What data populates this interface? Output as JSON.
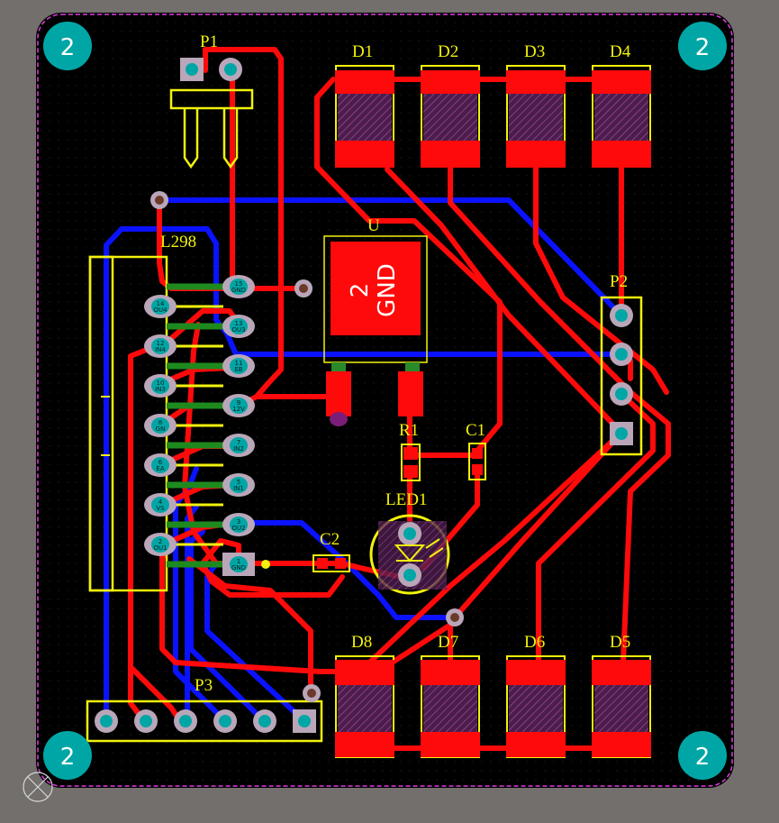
{
  "colors": {
    "background": "#726f6c",
    "board": "#000000",
    "outline": "#e23be2",
    "top_copper": "#ff0a0a",
    "bottom_copper": "#0a12ff",
    "silkscreen": "#f2f20c",
    "pad": "#00a6a6",
    "via": "#b9a6b9",
    "keepout": "#9a2a9a"
  },
  "corner_holes": [
    "2",
    "2",
    "2",
    "2"
  ],
  "designators": {
    "p1": "P1",
    "p2": "P2",
    "p3": "P3",
    "l298": "L298",
    "u": "U",
    "r1": "R1",
    "c1": "C1",
    "c2": "C2",
    "led1": "LED1",
    "d1": "D1",
    "d2": "D2",
    "d3": "D3",
    "d4": "D4",
    "d5": "D5",
    "d6": "D6",
    "d7": "D7",
    "d8": "D8"
  },
  "regulator_text": "2\nGND",
  "regulator_line1": "2",
  "regulator_line2": "GND",
  "l298_left_pins": [
    "14\nOU4",
    "12\nIN4",
    "10\nIN3",
    "8\nGN",
    "6\nEA",
    "4\nVS",
    "2\nOU1"
  ],
  "l298_right_pins": [
    "15\nGND",
    "13\nOU3",
    "11\nEB",
    "9\n12V",
    "7\nIN2",
    "5\nIN1",
    "3\nOU2",
    "1\nGND"
  ]
}
